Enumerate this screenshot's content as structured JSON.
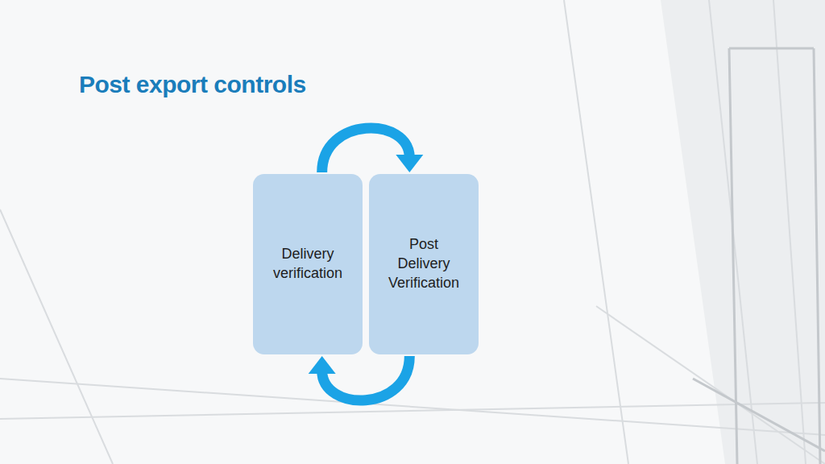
{
  "diagram": {
    "title": "Post export controls",
    "nodes": [
      {
        "text": [
          "Delivery verification"
        ]
      },
      {
        "text": [
          "Post Delivery Verification"
        ]
      }
    ],
    "edges": [
      {
        "from": 0,
        "to": 1,
        "arrow": "to"
      },
      {
        "from": 1,
        "to": 0,
        "arrow": "to"
      }
    ]
  }
}
